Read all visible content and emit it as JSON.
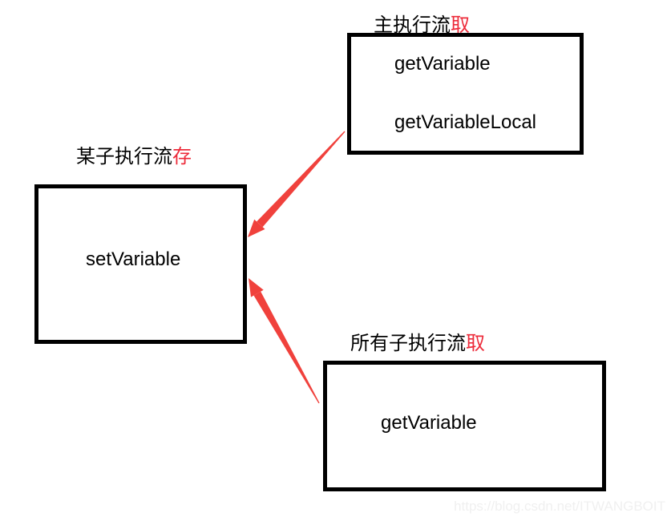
{
  "diagram": {
    "colors": {
      "box_border": "#000000",
      "arrow_red": "#f0413c",
      "accent_red": "#ed2b3a",
      "watermark_gray": "#f0f0f0",
      "background": "#ffffff"
    },
    "nodes": [
      {
        "id": "main-flow",
        "title_black": "主执行流",
        "title_red": "取",
        "items": [
          "getVariable",
          "getVariableLocal"
        ]
      },
      {
        "id": "sub-flow",
        "title_black": "某子执行流",
        "title_red": "存",
        "items": [
          "setVariable"
        ]
      },
      {
        "id": "all-sub-flows",
        "title_black": "所有子执行流",
        "title_red": "取",
        "items": [
          "getVariable"
        ]
      }
    ],
    "arrows": [
      {
        "from": "main-flow",
        "to": "sub-flow"
      },
      {
        "from": "all-sub-flows",
        "to": "sub-flow"
      }
    ],
    "watermark": "https://blog.csdn.net/ITWANGBOIT"
  }
}
